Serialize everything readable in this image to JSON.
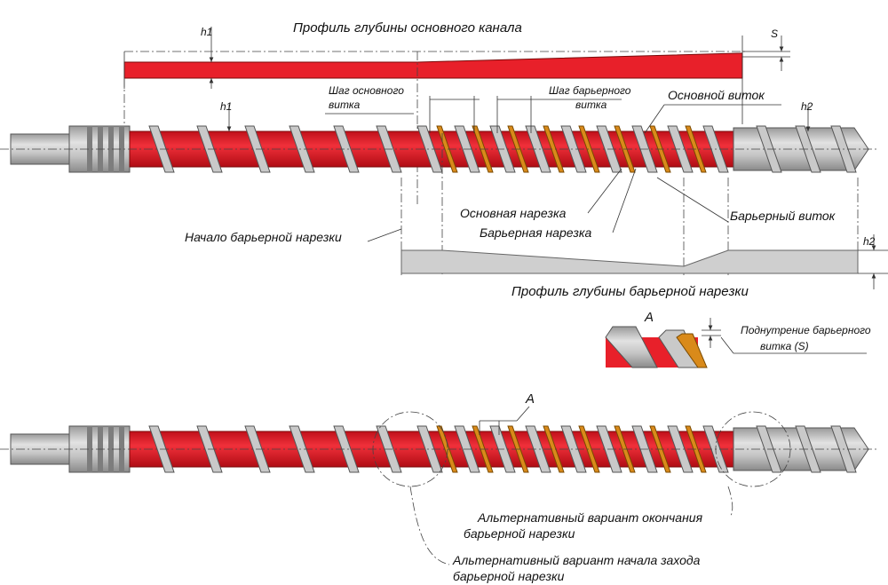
{
  "labels": {
    "main_profile_title": "Профиль глубины основного канала",
    "barrier_profile_title": "Профиль глубины барьерной нарезки",
    "h1_top": "h1",
    "h1_screw": "h1",
    "h2_screw": "h2",
    "h2_profile": "h2",
    "s_top": "S",
    "main_pitch_line1": "Шаг основного",
    "main_pitch_line2": "витка",
    "barrier_pitch_line1": "Шаг барьерного",
    "barrier_pitch_line2": "витка",
    "main_flight": "Основной виток",
    "main_thread": "Основная нарезка",
    "barrier_thread": "Барьерная нарезка",
    "barrier_flight": "Барьерный виток",
    "barrier_start": "Начало барьерной нарезки",
    "detail_a": "A",
    "detail_a_bottom": "A",
    "undercut_line1": "Поднутрение барьерного",
    "undercut_line2": "витка (S)",
    "alt_end_line1": "Альтернативный вариант окончания",
    "alt_end_line2": "барьерной нарезки",
    "alt_start_line1": "Альтернативный вариант начала захода",
    "alt_start_line2": "барьерной нарезки"
  },
  "colors": {
    "channel_red": "#e8202a",
    "flight_gray": "#c9c9c9",
    "barrier_orange": "#d98a1a",
    "profile_gray": "#cfcfcf"
  }
}
